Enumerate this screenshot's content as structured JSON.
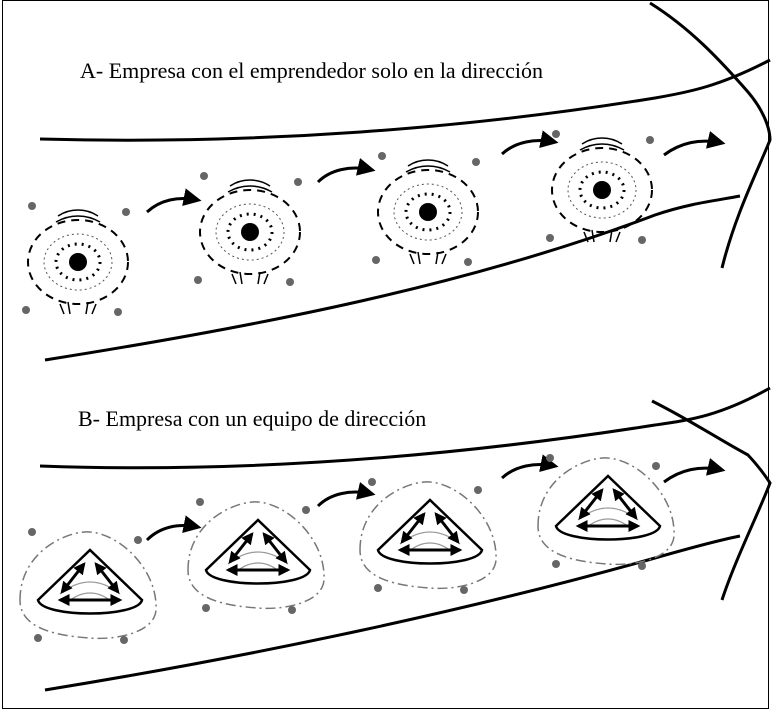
{
  "sections": [
    {
      "label": "A- Empresa con el emprendedor solo en la dirección",
      "stages": 4,
      "core": "single-entrepreneur"
    },
    {
      "label": "B- Empresa con un equipo de dirección",
      "stages": 4,
      "core": "management-team"
    }
  ],
  "colors": {
    "ink": "#000000",
    "grey": "#777777",
    "background": "#ffffff"
  }
}
